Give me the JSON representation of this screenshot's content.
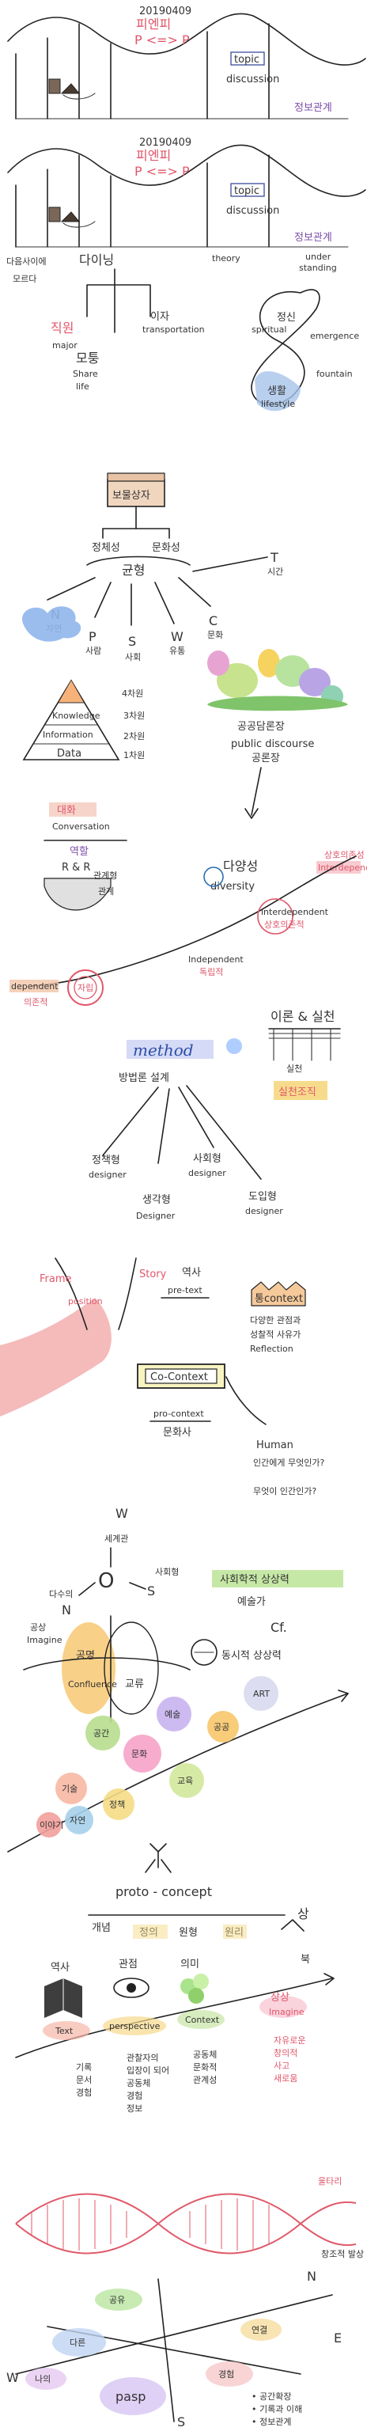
{
  "panel1": {
    "date": "20190409",
    "title_kr": "피엔피",
    "title_en": "P <=> P",
    "topic": "topic",
    "discussion": "discussion",
    "right_label": "정보관계"
  },
  "panel2": {
    "date": "20190409",
    "title_kr": "피엔피",
    "title_en": "P <=> P",
    "topic": "topic",
    "discussion": "discussion",
    "left_label_1": "다음사이에",
    "left_label_2": "모르다",
    "dining": "다이닝",
    "theory": "theory",
    "right_label": "정보관계",
    "under": "under",
    "standing": "standing"
  },
  "tree": {
    "left_top": "직원",
    "left_en": "major",
    "left_bottom": "모퉁",
    "left_bottom_en": "Share",
    "left_life": "life",
    "right_top": "이자",
    "right_en": "transportation",
    "spiritual": "spiritual",
    "emergence": "emergence",
    "spirit_kr": "정신",
    "fountain": "fountain",
    "lifestyle_kr": "생활",
    "lifestyle_en": "lifestyle"
  },
  "chest": {
    "label": "보물상자",
    "left": "정체성",
    "right": "문화성"
  },
  "compass1": {
    "center": "균형",
    "n": "N",
    "n_sub": "자연",
    "p": "P",
    "p_sub": "사람",
    "s": "S",
    "s_sub": "사회",
    "w": "W",
    "w_sub": "유통",
    "c": "C",
    "c_sub": "문화",
    "t": "T",
    "t_sub": "시간"
  },
  "pyramid": {
    "knowledge": "Knowledge",
    "information": "Information",
    "data": "Data",
    "tier4": "4차원",
    "tier3": "3차원",
    "tier2": "2차원",
    "tier1": "1차원",
    "public_kr": "공공담론장",
    "public_en": "public discourse",
    "public_sub": "공론장"
  },
  "dialogue": {
    "title_kr": "대화",
    "title_en": "Conversation",
    "role": "역할",
    "rr": "R & R",
    "relation": "관계형",
    "relation2": "관계",
    "diversity_kr": "다양성",
    "diversity_en": "diversity",
    "interdependent_top": "상호의존성",
    "interdependent_en": "Interdependent",
    "interdependent": "interdependent",
    "interdependent_kr": "상호의존적",
    "independent": "Independent",
    "independent_kr": "독립적",
    "dependent": "dependent",
    "dependent_kr": "의존적",
    "middle": "자립"
  },
  "method": {
    "title": "method",
    "subtitle": "방법론 설계",
    "theory_title": "이론 & 실천",
    "grid_label": "실천",
    "bottom_box": "실천조직",
    "plan": "정책형",
    "plan_en": "designer",
    "thinking": "생각형",
    "thinking_en": "Designer",
    "social": "사회형",
    "social_en": "designer",
    "intro": "도입형",
    "intro_en": "designer"
  },
  "context": {
    "frame": "Frame",
    "story": "Story",
    "position": "position",
    "history": "역사",
    "pre_text": "pre-text",
    "co_context": "Co-Context",
    "pro_context": "pro-context",
    "culture": "문화사",
    "reflection_kr": "통context",
    "reflection_lines": "다양한 관점과\n성찰적 사유가\nReflection",
    "human": "Human",
    "question1": "인간에게 무엇인가?",
    "question2": "무엇이 인간인가?"
  },
  "compass2": {
    "w": "W",
    "w_sub": "세계관",
    "n": "N",
    "n_label": "다수의",
    "s": "S",
    "s_label": "사회형",
    "o": "O",
    "imagination": "공상",
    "imagine": "Imagine",
    "confluence": "Confluence",
    "cooperation": "공명",
    "exchange": "교류",
    "banner": "사회학적 상상력",
    "banner_sub": "예술가",
    "cf": "Cf.",
    "mirror": "동시적 상상력"
  },
  "bubbles": {
    "items": [
      "공간",
      "문화",
      "예술",
      "공공",
      "교육",
      "기술",
      "정책",
      "자연",
      "ART",
      "이야기"
    ]
  },
  "proto": {
    "title": "proto - concept",
    "left": "개념",
    "mid1": "정의",
    "mid2": "원형",
    "mid3": "원리",
    "right": "상",
    "history": "역사",
    "insight": "관점",
    "meaning": "의미",
    "north": "북",
    "text": "Text",
    "perspective": "perspective",
    "context": "Context",
    "imagine_kr": "상상",
    "imagine_en": "Imagine",
    "text_notes": "기록\n문서\n경험",
    "pers_notes": "관찰자의\n입장이 되어\n공동체\n경험\n정보",
    "ctx_notes": "공동체\n문화적\n관계성",
    "imag_notes": "자유로운\n창의적\n사고\n새로움"
  },
  "wave": {
    "top_right": "울타리",
    "bottom_right": "창조적 발상"
  },
  "final": {
    "n": "N",
    "e": "E",
    "w": "W",
    "s": "S",
    "center": "pasp",
    "top": "공유",
    "left": "나의",
    "mid": "다른",
    "right": "연결",
    "bottom": "경험",
    "bullets": [
      "• 공간확장",
      "• 기록과 이해",
      "• 정보관계"
    ]
  }
}
